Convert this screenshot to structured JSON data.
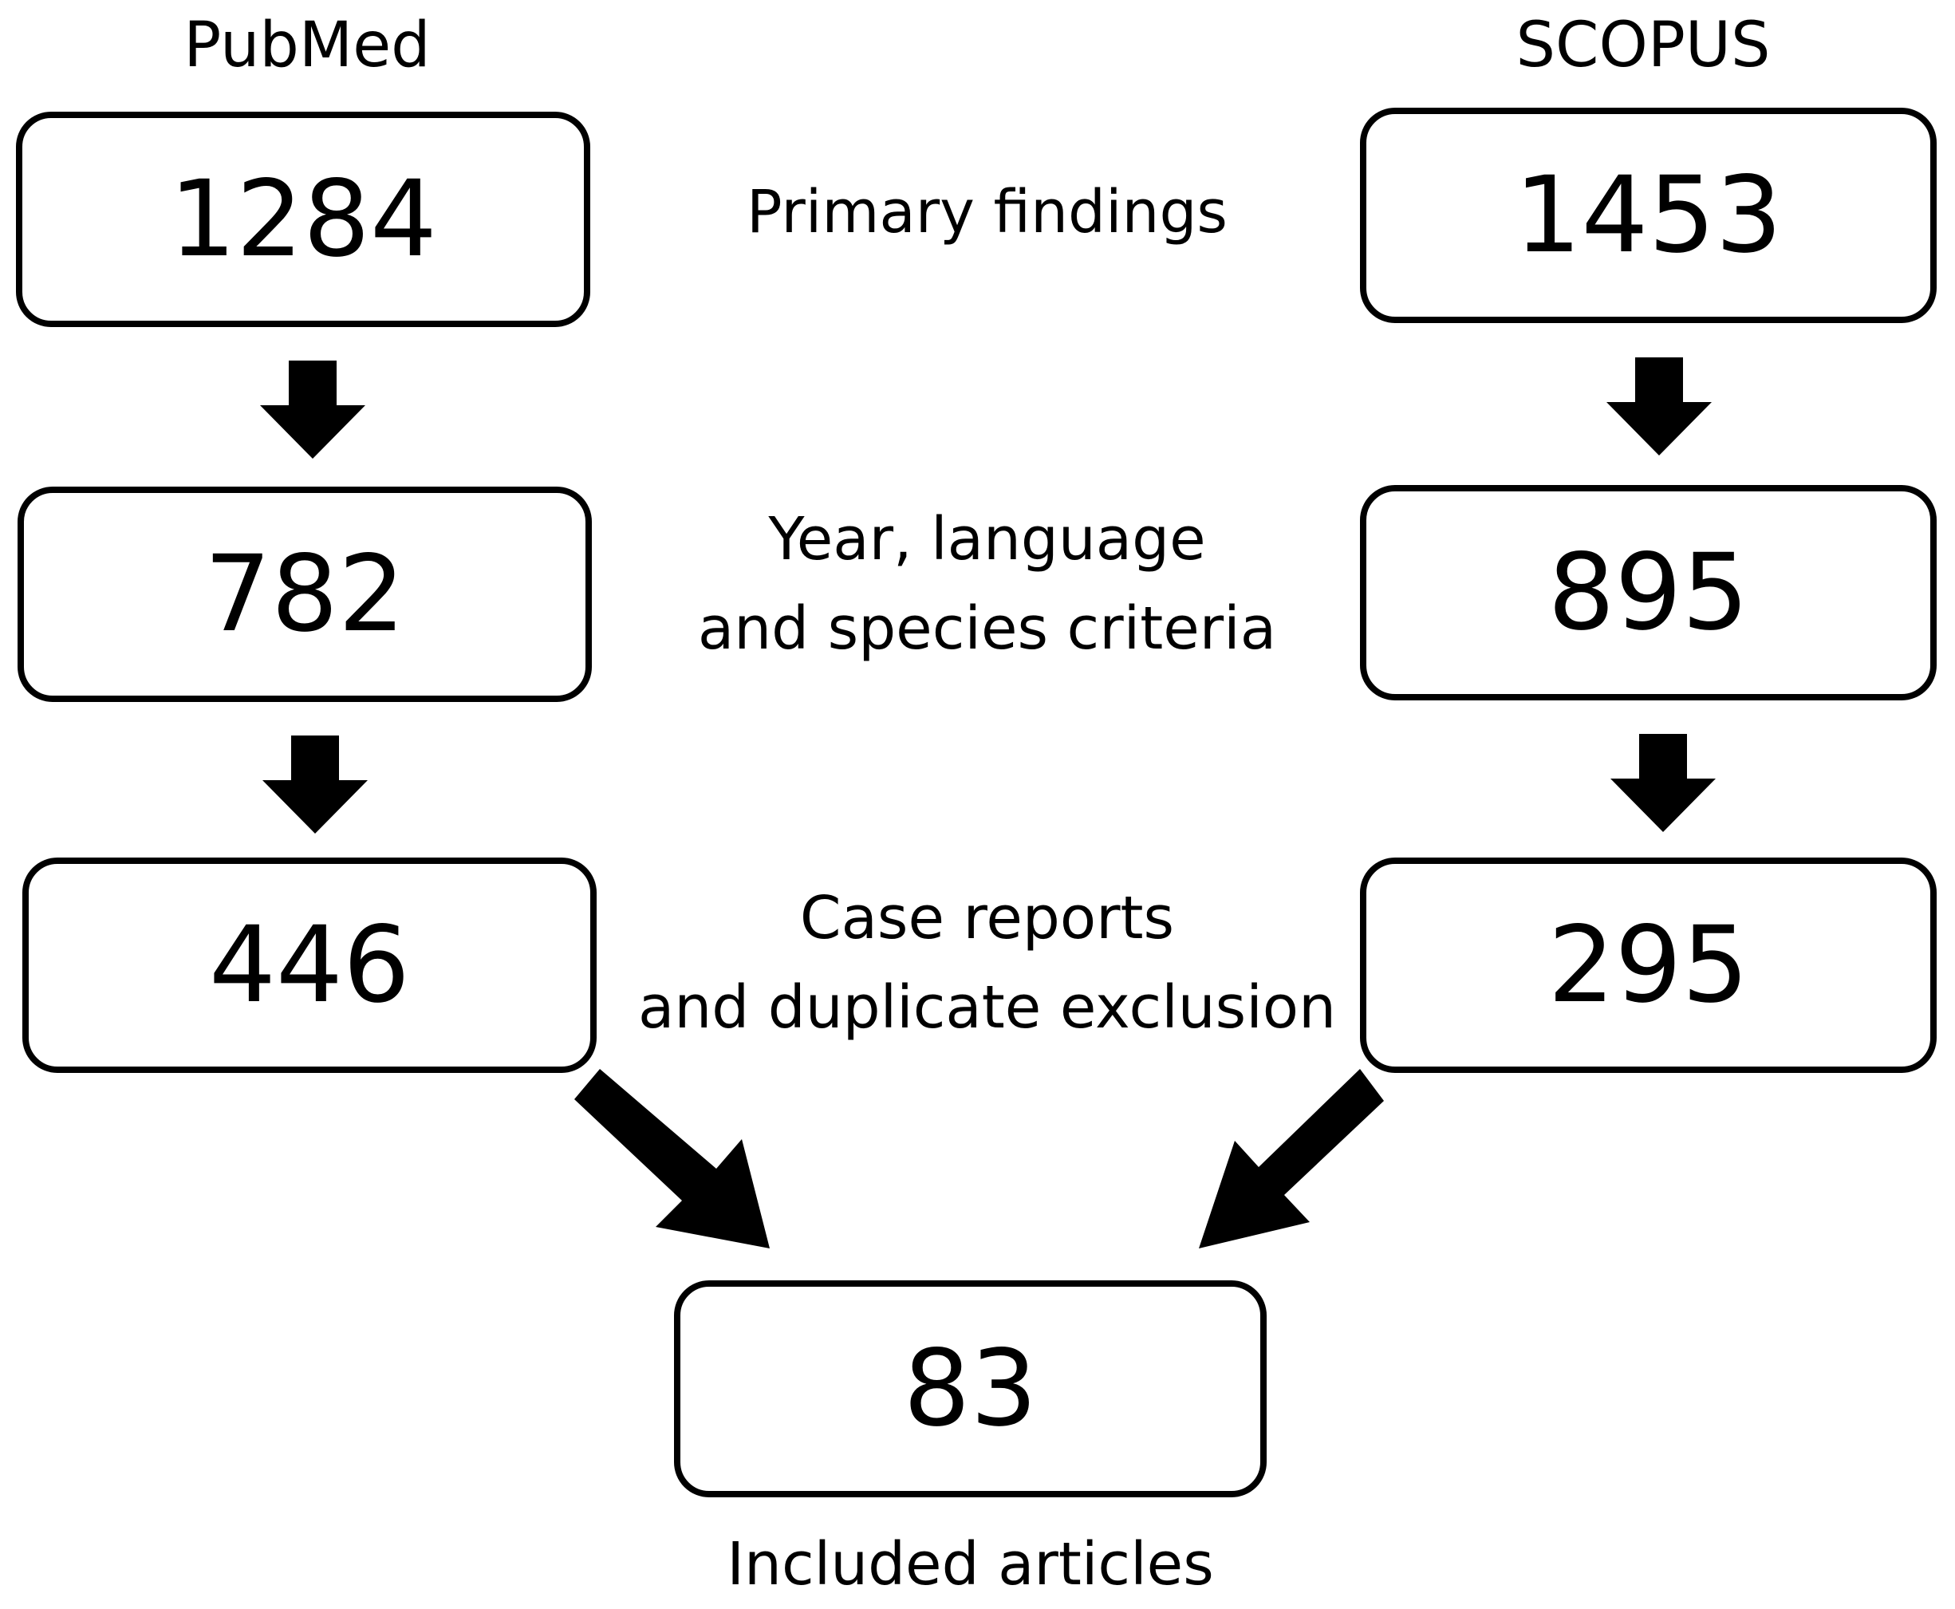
{
  "sources": [
    {
      "name": "PubMed",
      "counts": [
        "1284",
        "782",
        "446"
      ]
    },
    {
      "name": "SCOPUS",
      "counts": [
        "1453",
        "895",
        "295"
      ]
    }
  ],
  "stages": [
    {
      "lines": [
        "Primary findings"
      ]
    },
    {
      "lines": [
        "Year, language",
        "and species criteria"
      ]
    },
    {
      "lines": [
        "Case reports",
        "and duplicate exclusion"
      ]
    }
  ],
  "final": {
    "count": "83",
    "label": "Included articles"
  }
}
